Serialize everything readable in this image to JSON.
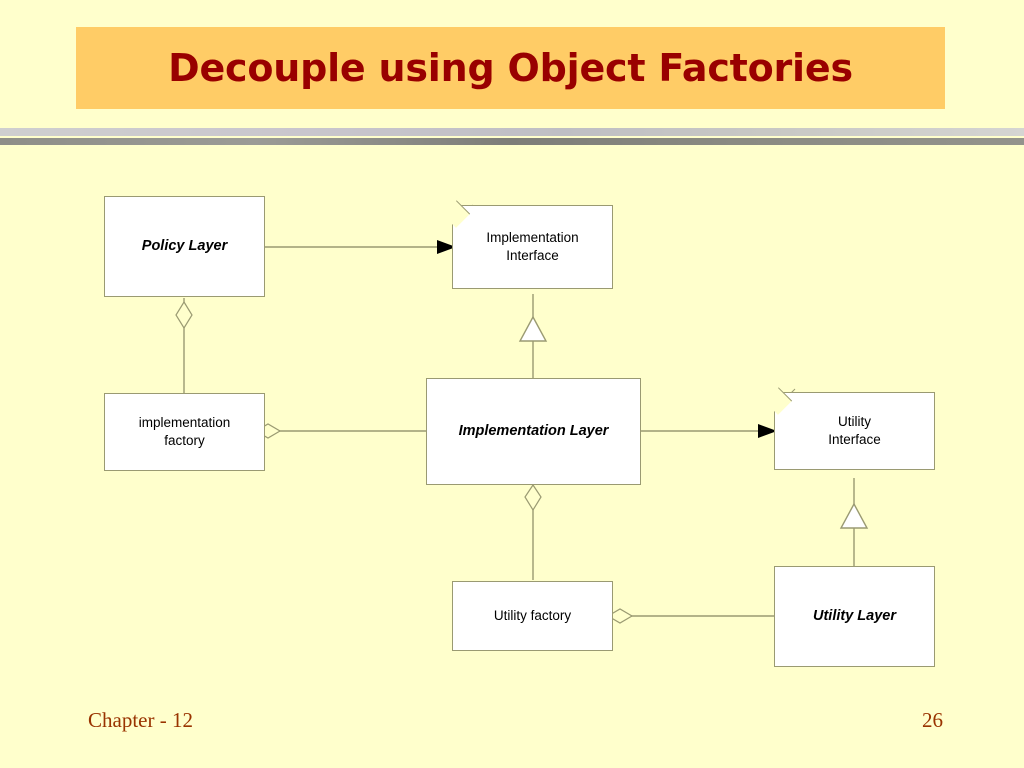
{
  "slide": {
    "title": "Decouple using Object Factories",
    "background_color": "#ffffcc",
    "title_bar_color": "#ffcc66",
    "title_text_color": "#990000",
    "footer": {
      "chapter": "Chapter - 12",
      "page_number": "26",
      "text_color": "#993300"
    }
  },
  "diagram": {
    "type": "uml-class-diagram",
    "nodes": [
      {
        "id": "policy-layer",
        "label": "Policy Layer",
        "style": "bold-italic",
        "shape": "rectangle"
      },
      {
        "id": "implementation-interface",
        "label": "Implementation\nInterface",
        "style": "regular",
        "shape": "clipped-rectangle"
      },
      {
        "id": "implementation-factory",
        "label": "implementation\nfactory",
        "style": "regular",
        "shape": "rectangle"
      },
      {
        "id": "implementation-layer",
        "label": "Implementation Layer",
        "style": "bold-italic",
        "shape": "rectangle"
      },
      {
        "id": "utility-interface",
        "label": "Utility\nInterface",
        "style": "regular",
        "shape": "clipped-rectangle"
      },
      {
        "id": "utility-factory",
        "label": "Utility factory",
        "style": "regular",
        "shape": "rectangle"
      },
      {
        "id": "utility-layer",
        "label": "Utility Layer",
        "style": "bold-italic",
        "shape": "rectangle"
      }
    ],
    "node_labels": {
      "policy_layer": "Policy Layer",
      "implementation_interface_line1": "Implementation",
      "implementation_interface_line2": "Interface",
      "implementation_factory_line1": "implementation",
      "implementation_factory_line2": "factory",
      "implementation_layer": "Implementation Layer",
      "utility_interface_line1": "Utility",
      "utility_interface_line2": "Interface",
      "utility_factory": "Utility factory",
      "utility_layer": "Utility Layer"
    },
    "edges": [
      {
        "from": "policy-layer",
        "to": "implementation-interface",
        "type": "dependency-arrow",
        "marker": "filled-triangle"
      },
      {
        "from": "policy-layer",
        "to": "implementation-factory",
        "type": "aggregation",
        "marker": "hollow-diamond"
      },
      {
        "from": "implementation-layer",
        "to": "implementation-interface",
        "type": "generalization",
        "marker": "hollow-triangle"
      },
      {
        "from": "implementation-factory",
        "to": "implementation-layer",
        "type": "aggregation",
        "marker": "hollow-diamond"
      },
      {
        "from": "implementation-layer",
        "to": "utility-interface",
        "type": "dependency-arrow",
        "marker": "filled-triangle"
      },
      {
        "from": "implementation-layer",
        "to": "utility-factory",
        "type": "aggregation",
        "marker": "hollow-diamond"
      },
      {
        "from": "utility-layer",
        "to": "utility-interface",
        "type": "generalization",
        "marker": "hollow-triangle"
      },
      {
        "from": "utility-layer",
        "to": "utility-factory",
        "type": "aggregation",
        "marker": "hollow-diamond"
      }
    ],
    "line_color": "#9a9a72",
    "node_fill": "#ffffff",
    "node_border": "#9a9a72"
  }
}
